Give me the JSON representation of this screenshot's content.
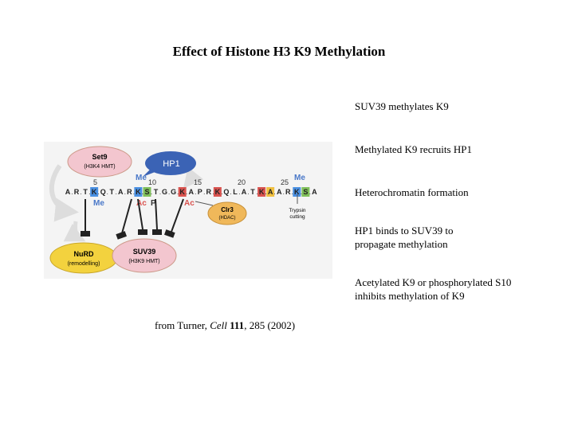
{
  "title": "Effect of Histone H3 K9 Methylation",
  "bullets": [
    "SUV39 methylates K9",
    "Methylated K9 recruits HP1",
    "Heterochromatin formation",
    "HP1 binds to SUV39 to",
    "propagate methylation",
    "Acetylated K9 or phosphorylated S10",
    "inhibits methylation of K9"
  ],
  "citation": {
    "prefix": "from Turner, ",
    "journal": "Cell",
    "volume": "111",
    "rest": ", 285 (2002)"
  },
  "diagram": {
    "set9": {
      "name": "Set9",
      "sub": "(H3K4 HMT)"
    },
    "hp1": "HP1",
    "nurd": {
      "name": "NuRD",
      "sub": "(remodelling)"
    },
    "suv39": {
      "name": "SUV39",
      "sub": "(H3K9 HMT)"
    },
    "clr3": {
      "name": "Clr3",
      "sub": "(HDAC)"
    },
    "trypsin": {
      "line1": "Trypsin",
      "line2": "cutting"
    },
    "residues": [
      "A",
      "R",
      "T",
      "K",
      "Q",
      "T",
      "A",
      "R",
      "K",
      "S",
      "T",
      "G",
      "G",
      "K",
      "A",
      "P",
      "R",
      "K",
      "Q",
      "L",
      "A",
      "T",
      "K",
      "A",
      "A",
      "R",
      "K",
      "S",
      "A"
    ],
    "positions": [
      "5",
      "10",
      "15",
      "20",
      "25"
    ],
    "mods": {
      "me": "Me",
      "ac": "Ac",
      "p": "P"
    }
  }
}
